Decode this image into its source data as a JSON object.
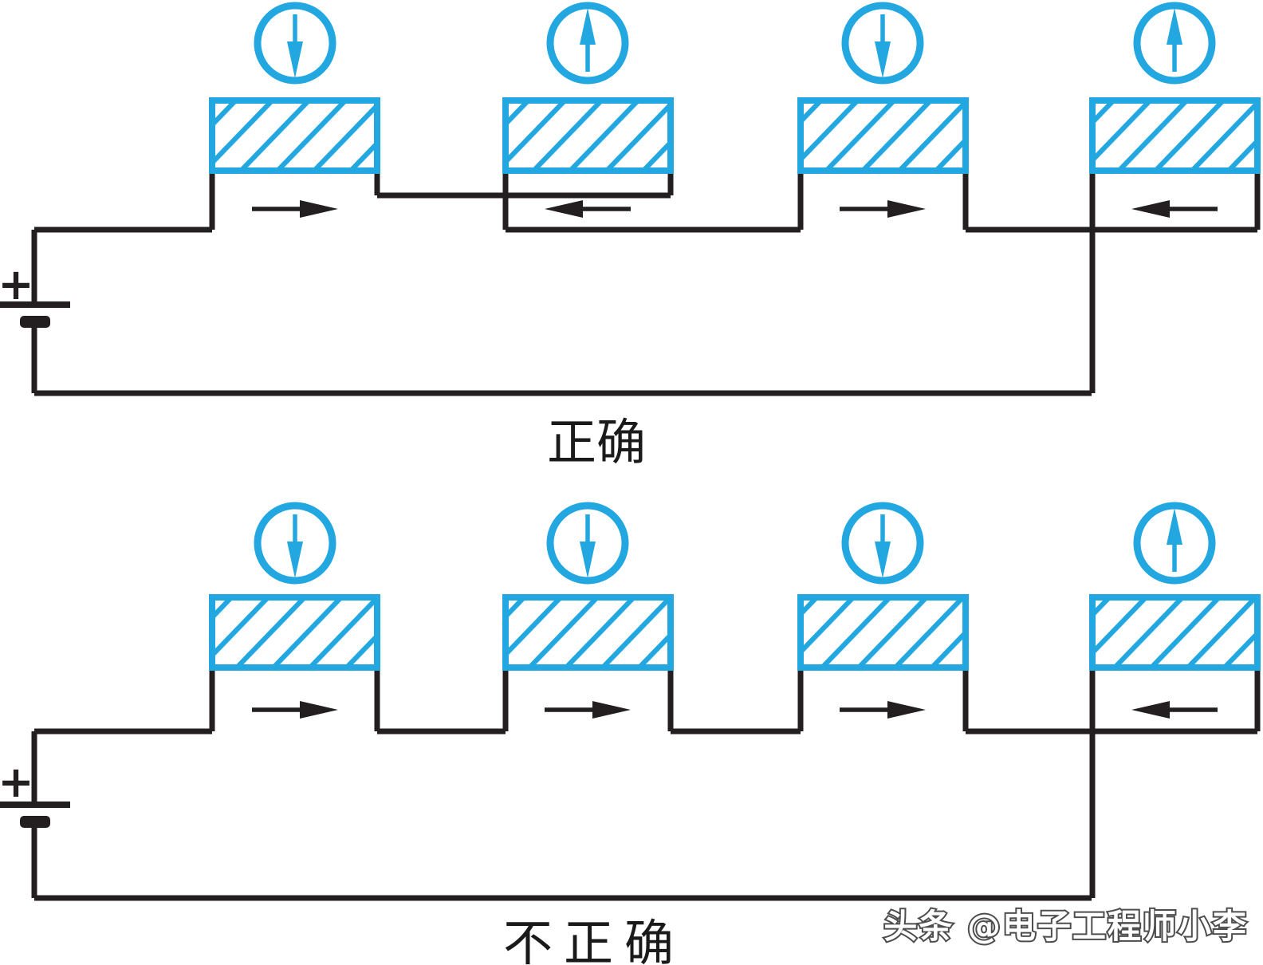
{
  "figure": {
    "background": "#FFFFFF",
    "accent_color": "#22A7E0",
    "wire_color": "#231F20",
    "label_color": "#1A1A1A"
  },
  "circuits": {
    "top": {
      "caption": "正确",
      "battery_plus": "+",
      "units": [
        {
          "meter": "down",
          "current": "right"
        },
        {
          "meter": "up",
          "current": "left"
        },
        {
          "meter": "down",
          "current": "right"
        },
        {
          "meter": "up",
          "current": "left"
        }
      ]
    },
    "bottom": {
      "caption": "不正确",
      "battery_plus": "+",
      "units": [
        {
          "meter": "down",
          "current": "right"
        },
        {
          "meter": "down",
          "current": "right"
        },
        {
          "meter": "down",
          "current": "right"
        },
        {
          "meter": "up",
          "current": "left"
        }
      ]
    }
  },
  "watermark": {
    "text": "头条 @电子工程师小李",
    "fill": "#FFFFFF",
    "outline": "#4D4D4D"
  }
}
